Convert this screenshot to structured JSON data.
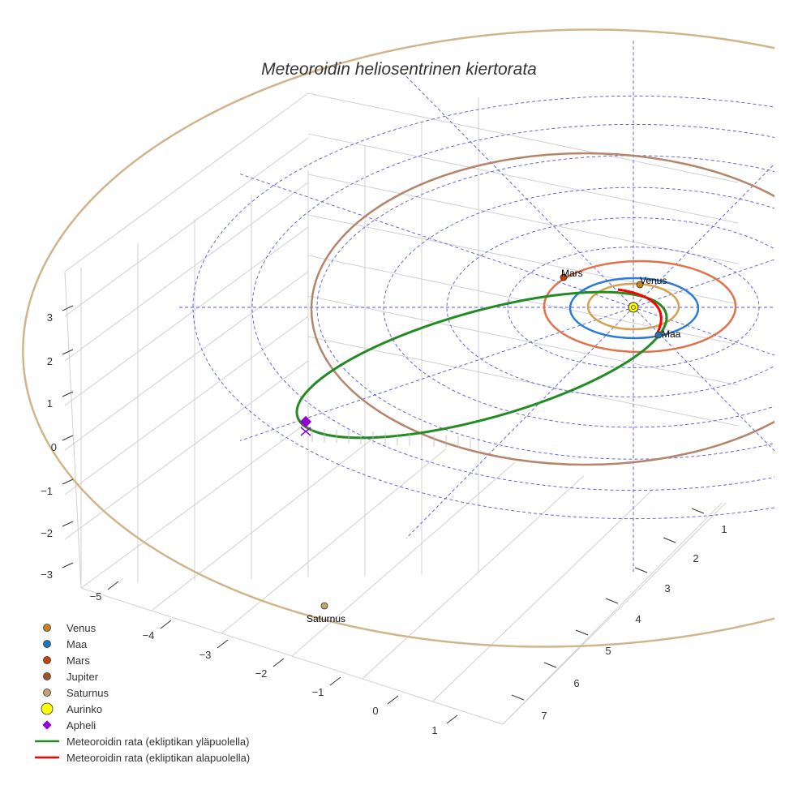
{
  "chart_data": {
    "type": "line",
    "title": "Meteoroidin heliosentrinen kiertorata",
    "x_ticks": [
      "−5",
      "−4",
      "−3",
      "−2",
      "−1",
      "0",
      "1"
    ],
    "y_ticks": [
      "1",
      "2",
      "3",
      "4",
      "5",
      "6",
      "7"
    ],
    "z_ticks": [
      "3",
      "2",
      "1",
      "0",
      "−1",
      "−2",
      "−3"
    ],
    "legend_placement": "bottom-left",
    "series": [
      {
        "name": "Venus",
        "kind": "marker",
        "color": "#c8831e",
        "label": "Venus"
      },
      {
        "name": "Maa",
        "kind": "marker",
        "color": "#1f77b4",
        "label": "Maa"
      },
      {
        "name": "Mars",
        "kind": "marker",
        "color": "#c1440e",
        "label": "Mars"
      },
      {
        "name": "Jupiter",
        "kind": "marker",
        "color": "#a0522d"
      },
      {
        "name": "Saturnus",
        "kind": "marker",
        "color": "#c2a36f",
        "label": "Saturnus"
      },
      {
        "name": "Aurinko",
        "kind": "marker",
        "color": "#ffff00"
      },
      {
        "name": "Apheli",
        "kind": "diamond",
        "color": "#9400d3"
      },
      {
        "name": "Meteoroidin rata (ekliptikan yläpuolella)",
        "kind": "line",
        "color": "#228b22"
      },
      {
        "name": "Meteoroidin rata (ekliptikan alapuolella)",
        "kind": "line",
        "color": "#ff0000"
      }
    ],
    "orbit_colors": {
      "Venus": "#d4a24c",
      "Maa": "#2a7bd4",
      "Mars": "#e0714a",
      "Jupiter": "#b5846a",
      "Saturnus": "#d2b48c",
      "grid": "#5555dd"
    }
  }
}
